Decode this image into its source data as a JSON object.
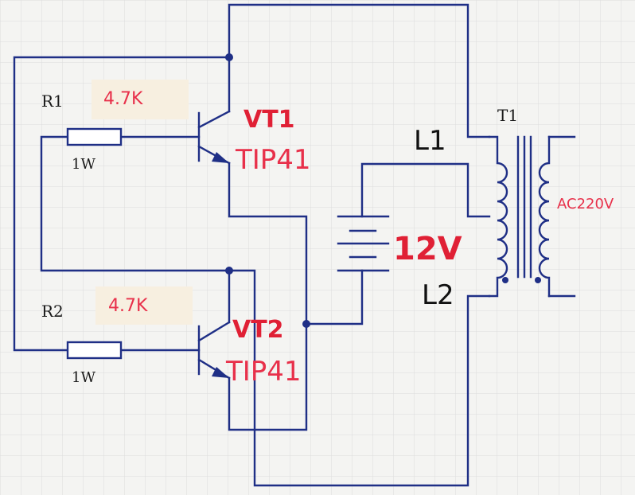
{
  "labels": {
    "r1_name": "R1",
    "r1_value": "4.7K",
    "r1_power": "1W",
    "r2_name": "R2",
    "r2_value": "4.7K",
    "r2_power": "1W",
    "vt1_name": "VT1",
    "vt1_part": "TIP41",
    "vt2_name": "VT2",
    "vt2_part": "TIP41",
    "battery_voltage": "12V",
    "l1": "L1",
    "l2": "L2",
    "transformer_name": "T1",
    "output": "AC220V"
  },
  "colors": {
    "wire": "#1f2f86",
    "label_red": "#e02035",
    "label_highlight": "#f7efe0",
    "grid": "#dcdcdc"
  }
}
